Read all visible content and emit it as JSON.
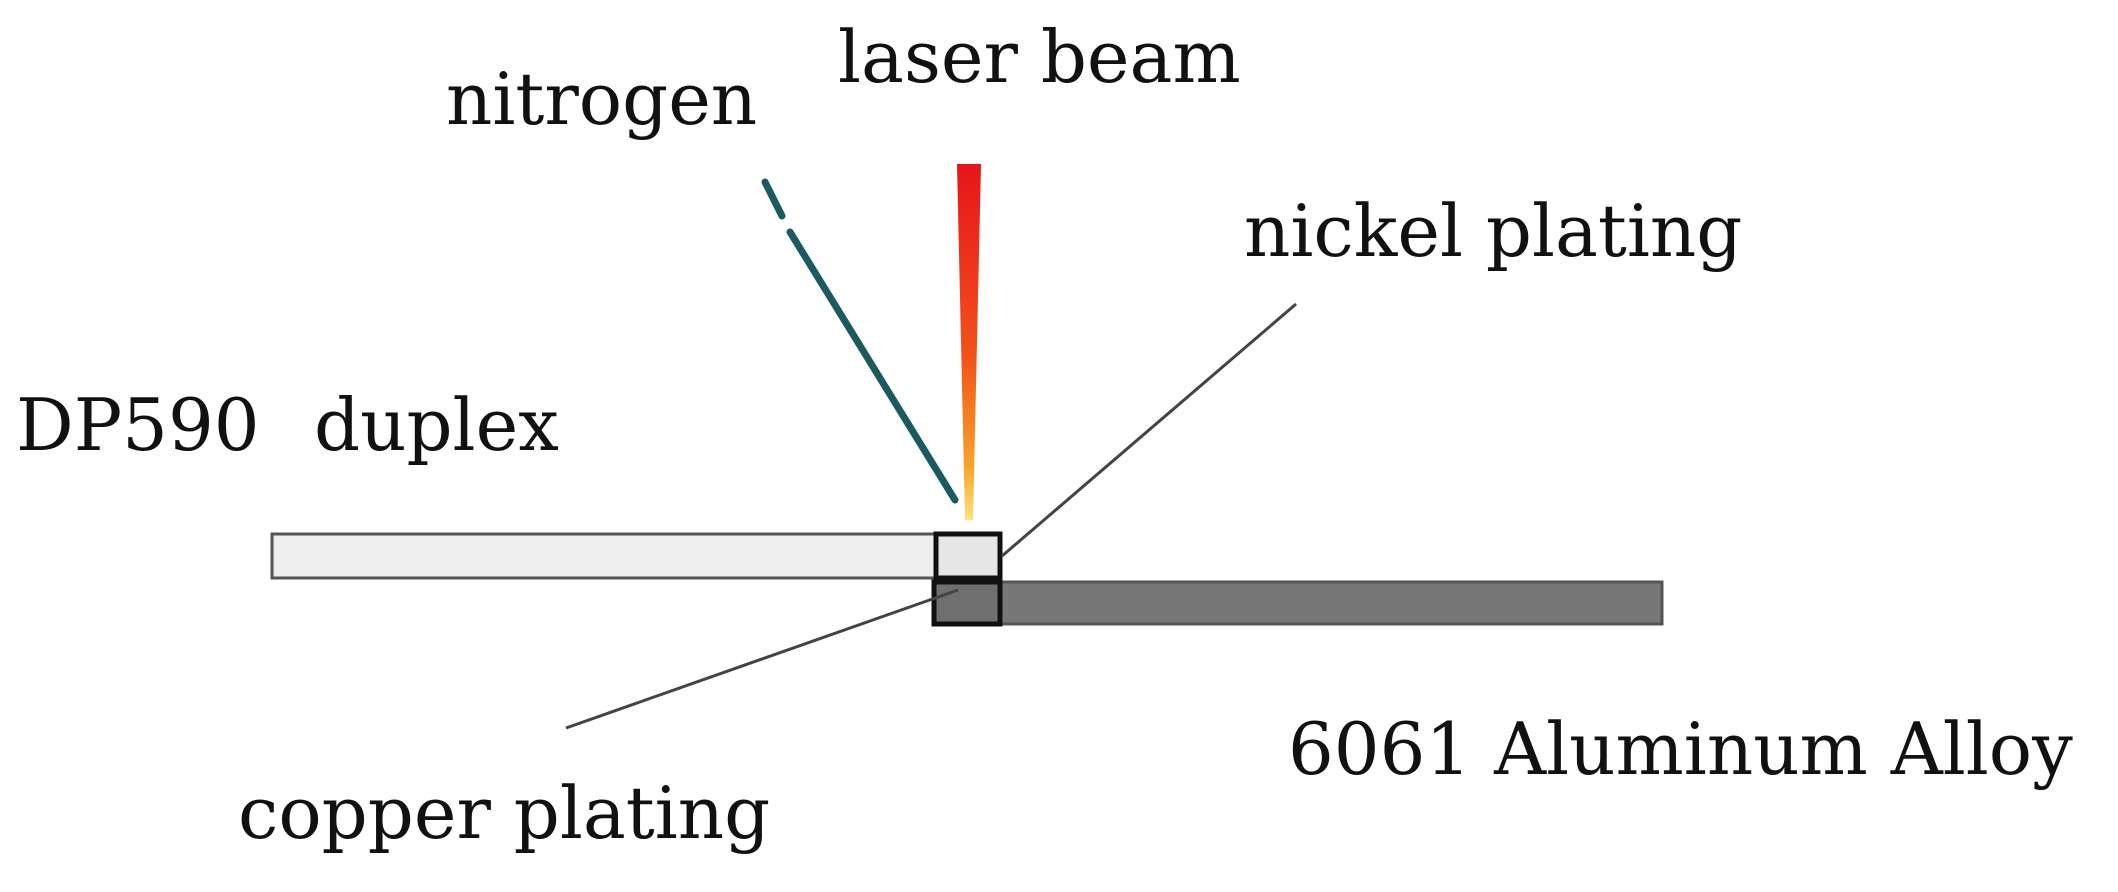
{
  "labels": {
    "laser_beam": "laser beam",
    "nitrogen": "nitrogen",
    "nickel_plating": "nickel plating",
    "dp590": "DP590",
    "duplex": "duplex",
    "aluminum_alloy": "6061 Aluminum Alloy",
    "copper_plating": "copper plating"
  },
  "colors": {
    "upper_sheet": "#eeeeee",
    "lower_sheet": "#777777",
    "nitrogen_nozzle": "#1b5a5e",
    "laser_top": "#e8141c",
    "laser_bottom": "#ffe27a",
    "leader_line": "#444444"
  }
}
